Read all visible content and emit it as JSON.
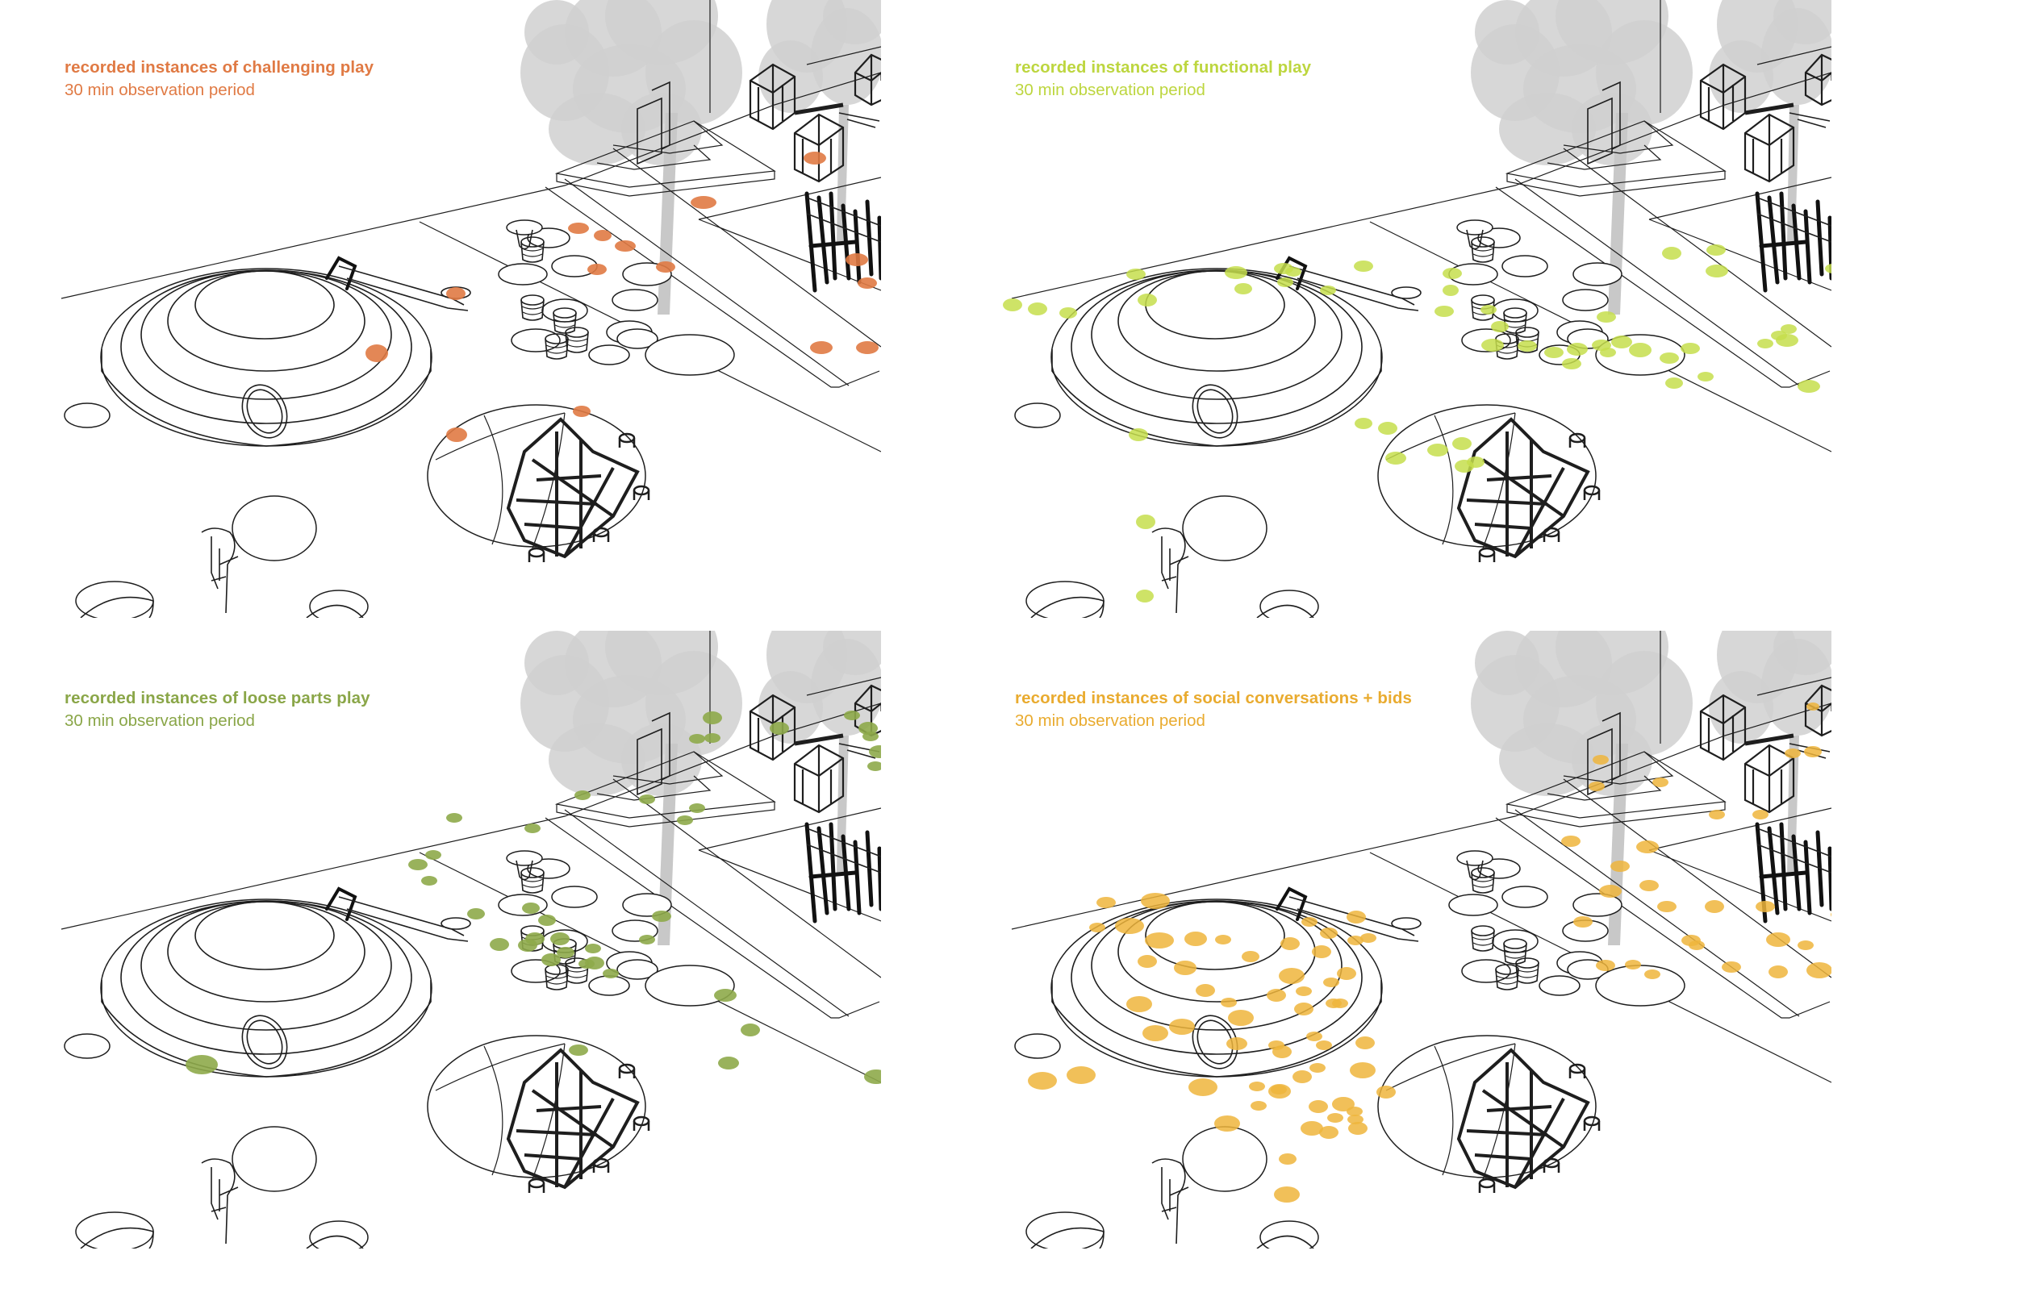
{
  "panels": [
    {
      "id": "challenging",
      "title": "recorded instances of challenging play",
      "subtitle": "30 min observation period",
      "color": "#e07a44",
      "opacity": 0.9,
      "dots": [
        [
          872,
          251,
          16,
          8
        ],
        [
          747,
          292,
          11,
          7
        ],
        [
          717,
          283,
          13,
          7
        ],
        [
          775,
          305,
          13,
          7
        ],
        [
          740,
          334,
          12,
          7
        ],
        [
          825,
          331,
          12,
          7
        ],
        [
          1062,
          322,
          14,
          8
        ],
        [
          1107,
          350,
          14,
          8
        ],
        [
          1075,
          351,
          12,
          7
        ],
        [
          565,
          364,
          12,
          8
        ],
        [
          467,
          438,
          14,
          11
        ],
        [
          566,
          539,
          13,
          9
        ],
        [
          721,
          510,
          11,
          7
        ],
        [
          1018,
          431,
          14,
          8
        ],
        [
          1075,
          431,
          14,
          8
        ],
        [
          1010,
          196,
          14,
          8
        ]
      ]
    },
    {
      "id": "functional",
      "title": "recorded instances of functional play",
      "subtitle": "30 min observation period",
      "color": "#c5de4c",
      "opacity": 0.85,
      "dots": [
        [
          1154,
          123,
          8,
          5
        ],
        [
          1214,
          103,
          8,
          5
        ],
        [
          1154,
          147,
          8,
          5
        ],
        [
          1105,
          127,
          7,
          5
        ],
        [
          1220,
          348,
          10,
          6
        ],
        [
          1239,
          319,
          12,
          7
        ],
        [
          1190,
          323,
          16,
          8
        ],
        [
          77,
          378,
          12,
          8
        ],
        [
          108,
          383,
          12,
          8
        ],
        [
          230,
          340,
          12,
          7
        ],
        [
          146,
          388,
          11,
          7
        ],
        [
          244,
          372,
          12,
          8
        ],
        [
          354,
          338,
          14,
          8
        ],
        [
          413,
          333,
          12,
          7
        ],
        [
          425,
          337,
          10,
          6
        ],
        [
          363,
          358,
          11,
          7
        ],
        [
          415,
          350,
          10,
          6
        ],
        [
          468,
          360,
          10,
          6
        ],
        [
          512,
          330,
          12,
          7
        ],
        [
          622,
          339,
          12,
          7
        ],
        [
          620,
          360,
          10,
          7
        ],
        [
          672,
          428,
          14,
          8
        ],
        [
          612,
          386,
          12,
          7
        ],
        [
          667,
          384,
          10,
          6
        ],
        [
          681,
          405,
          11,
          7
        ],
        [
          715,
          429,
          12,
          7
        ],
        [
          748,
          437,
          12,
          7
        ],
        [
          777,
          433,
          13,
          8
        ],
        [
          770,
          451,
          12,
          7
        ],
        [
          832,
          424,
          13,
          8
        ],
        [
          894,
          314,
          12,
          8
        ],
        [
          949,
          310,
          12,
          7
        ],
        [
          950,
          336,
          14,
          8
        ],
        [
          1037,
          422,
          14,
          8
        ],
        [
          1139,
          477,
          16,
          10
        ],
        [
          1064,
          479,
          14,
          8
        ],
        [
          1102,
          480,
          10,
          7
        ],
        [
          1148,
          524,
          14,
          8
        ],
        [
          1124,
          529,
          12,
          8
        ],
        [
          1195,
          512,
          14,
          9
        ],
        [
          855,
          434,
          14,
          9
        ],
        [
          807,
          428,
          12,
          7
        ],
        [
          813,
          393,
          12,
          7
        ],
        [
          815,
          437,
          10,
          6
        ],
        [
          891,
          444,
          12,
          7
        ],
        [
          917,
          432,
          12,
          7
        ],
        [
          897,
          475,
          11,
          7
        ],
        [
          936,
          467,
          10,
          6
        ],
        [
          1027,
          416,
          10,
          6
        ],
        [
          1010,
          426,
          10,
          6
        ],
        [
          1039,
          408,
          10,
          6
        ],
        [
          1202,
          284,
          12,
          8
        ],
        [
          1186,
          279,
          10,
          6
        ],
        [
          1195,
          257,
          10,
          6
        ],
        [
          1176,
          295,
          12,
          8
        ],
        [
          233,
          539,
          12,
          8
        ],
        [
          542,
          531,
          12,
          8
        ],
        [
          552,
          568,
          13,
          8
        ],
        [
          512,
          525,
          11,
          7
        ],
        [
          651,
          573,
          11,
          7
        ],
        [
          637,
          578,
          12,
          8
        ],
        [
          604,
          558,
          13,
          8
        ],
        [
          634,
          550,
          12,
          8
        ],
        [
          1204,
          563,
          12,
          8
        ],
        [
          1204,
          314,
          10,
          6
        ],
        [
          1108,
          344,
          12,
          7
        ],
        [
          1152,
          329,
          12,
          7
        ],
        [
          1094,
          333,
          10,
          6
        ],
        [
          1113,
          330,
          10,
          6
        ],
        [
          242,
          647,
          12,
          9
        ],
        [
          241,
          739,
          11,
          8
        ]
      ]
    },
    {
      "id": "loose_parts",
      "title": "recorded instances of loose parts play",
      "subtitle": "30 min observation period",
      "color": "#8eaa4a",
      "opacity": 0.9,
      "dots": [
        [
          883,
          108,
          12,
          8
        ],
        [
          864,
          134,
          10,
          6
        ],
        [
          883,
          133,
          10,
          6
        ],
        [
          966,
          121,
          12,
          8
        ],
        [
          1090,
          150,
          13,
          8
        ],
        [
          1079,
          131,
          10,
          6
        ],
        [
          1131,
          171,
          10,
          6
        ],
        [
          1146,
          194,
          15,
          9
        ],
        [
          1110,
          153,
          10,
          6
        ],
        [
          1085,
          168,
          10,
          6
        ],
        [
          864,
          220,
          10,
          6
        ],
        [
          802,
          209,
          10,
          6
        ],
        [
          849,
          235,
          10,
          6
        ],
        [
          722,
          204,
          10,
          6
        ],
        [
          660,
          245,
          10,
          6
        ],
        [
          563,
          232,
          10,
          6
        ],
        [
          518,
          290,
          12,
          7
        ],
        [
          537,
          278,
          10,
          6
        ],
        [
          532,
          310,
          10,
          6
        ],
        [
          590,
          351,
          11,
          7
        ],
        [
          658,
          344,
          11,
          7
        ],
        [
          678,
          359,
          11,
          7
        ],
        [
          663,
          382,
          12,
          8
        ],
        [
          619,
          389,
          12,
          8
        ],
        [
          654,
          390,
          12,
          8
        ],
        [
          694,
          382,
          12,
          8
        ],
        [
          737,
          412,
          12,
          8
        ],
        [
          683,
          408,
          12,
          8
        ],
        [
          701,
          399,
          11,
          7
        ],
        [
          727,
          413,
          10,
          6
        ],
        [
          757,
          425,
          10,
          6
        ],
        [
          820,
          354,
          12,
          7
        ],
        [
          802,
          383,
          10,
          6
        ],
        [
          899,
          452,
          14,
          8
        ],
        [
          930,
          495,
          12,
          8
        ],
        [
          903,
          536,
          13,
          8
        ],
        [
          1086,
          553,
          15,
          9
        ],
        [
          1135,
          398,
          10,
          6
        ],
        [
          1151,
          380,
          10,
          6
        ],
        [
          735,
          394,
          10,
          6
        ],
        [
          717,
          520,
          12,
          7
        ],
        [
          250,
          538,
          20,
          12
        ],
        [
          1056,
          105,
          10,
          6
        ],
        [
          1076,
          121,
          12,
          8
        ]
      ]
    },
    {
      "id": "social_conversations",
      "title": "recorded instances of social conversations + bids",
      "subtitle": "30 min observation period",
      "color": "#efb53c",
      "opacity": 0.85,
      "dots": [
        [
          1069,
          94,
          8,
          5
        ],
        [
          1069,
          150,
          11,
          7
        ],
        [
          1044,
          152,
          10,
          6
        ],
        [
          1108,
          162,
          11,
          7
        ],
        [
          1136,
          150,
          10,
          6
        ],
        [
          806,
          160,
          10,
          6
        ],
        [
          801,
          193,
          10,
          6
        ],
        [
          880,
          188,
          10,
          6
        ],
        [
          950,
          228,
          10,
          6
        ],
        [
          1004,
          228,
          10,
          6
        ],
        [
          864,
          268,
          14,
          8
        ],
        [
          769,
          261,
          12,
          7
        ],
        [
          830,
          292,
          12,
          7
        ],
        [
          818,
          323,
          14,
          8
        ],
        [
          866,
          316,
          12,
          7
        ],
        [
          888,
          342,
          12,
          7
        ],
        [
          784,
          361,
          12,
          7
        ],
        [
          812,
          415,
          12,
          7
        ],
        [
          918,
          384,
          12,
          7
        ],
        [
          947,
          342,
          12,
          8
        ],
        [
          1010,
          342,
          12,
          7
        ],
        [
          1026,
          383,
          15,
          9
        ],
        [
          1077,
          421,
          16,
          10
        ],
        [
          1101,
          352,
          10,
          6
        ],
        [
          1110,
          368,
          12,
          8
        ],
        [
          1106,
          394,
          10,
          6
        ],
        [
          1026,
          423,
          12,
          8
        ],
        [
          1060,
          390,
          10,
          6
        ],
        [
          925,
          390,
          10,
          6
        ],
        [
          870,
          426,
          10,
          6
        ],
        [
          846,
          414,
          10,
          6
        ],
        [
          968,
          417,
          12,
          7
        ],
        [
          193,
          337,
          12,
          7
        ],
        [
          182,
          368,
          10,
          6
        ],
        [
          254,
          335,
          18,
          10
        ],
        [
          222,
          366,
          18,
          10
        ],
        [
          259,
          384,
          18,
          10
        ],
        [
          304,
          382,
          14,
          9
        ],
        [
          244,
          410,
          12,
          8
        ],
        [
          291,
          418,
          14,
          9
        ],
        [
          316,
          446,
          12,
          8
        ],
        [
          234,
          463,
          16,
          10
        ],
        [
          254,
          499,
          16,
          10
        ],
        [
          287,
          491,
          16,
          10
        ],
        [
          360,
          480,
          16,
          10
        ],
        [
          355,
          512,
          13,
          8
        ],
        [
          421,
          388,
          12,
          8
        ],
        [
          423,
          428,
          16,
          10
        ],
        [
          404,
          452,
          12,
          8
        ],
        [
          438,
          469,
          12,
          8
        ],
        [
          411,
          522,
          12,
          8
        ],
        [
          463,
          514,
          10,
          6
        ],
        [
          455,
          542,
          10,
          6
        ],
        [
          448,
          617,
          14,
          9
        ],
        [
          469,
          622,
          12,
          8
        ],
        [
          114,
          558,
          18,
          11
        ],
        [
          162,
          551,
          18,
          11
        ],
        [
          313,
          566,
          18,
          11
        ],
        [
          343,
          611,
          16,
          10
        ],
        [
          408,
          571,
          14,
          9
        ],
        [
          407,
          569,
          10,
          6
        ],
        [
          380,
          565,
          10,
          6
        ],
        [
          382,
          589,
          10,
          6
        ],
        [
          451,
          503,
          10,
          6
        ],
        [
          472,
          436,
          10,
          6
        ],
        [
          475,
          462,
          10,
          6
        ],
        [
          511,
          545,
          16,
          10
        ],
        [
          514,
          511,
          12,
          8
        ],
        [
          501,
          596,
          10,
          6
        ],
        [
          502,
          606,
          10,
          6
        ],
        [
          540,
          572,
          12,
          8
        ],
        [
          505,
          617,
          12,
          8
        ],
        [
          417,
          699,
          16,
          10
        ],
        [
          487,
          587,
          14,
          9
        ],
        [
          483,
          462,
          10,
          6
        ],
        [
          372,
          404,
          11,
          7
        ],
        [
          338,
          383,
          10,
          6
        ],
        [
          460,
          398,
          12,
          8
        ],
        [
          445,
          361,
          10,
          6
        ],
        [
          503,
          355,
          12,
          8
        ],
        [
          469,
          375,
          11,
          7
        ],
        [
          518,
          381,
          10,
          6
        ],
        [
          491,
          425,
          12,
          8
        ],
        [
          502,
          384,
          10,
          6
        ],
        [
          438,
          447,
          10,
          6
        ],
        [
          345,
          461,
          10,
          6
        ],
        [
          404,
          514,
          10,
          6
        ],
        [
          436,
          553,
          12,
          8
        ],
        [
          456,
          590,
          12,
          8
        ],
        [
          477,
          604,
          10,
          6
        ],
        [
          418,
          655,
          11,
          7
        ]
      ]
    }
  ]
}
